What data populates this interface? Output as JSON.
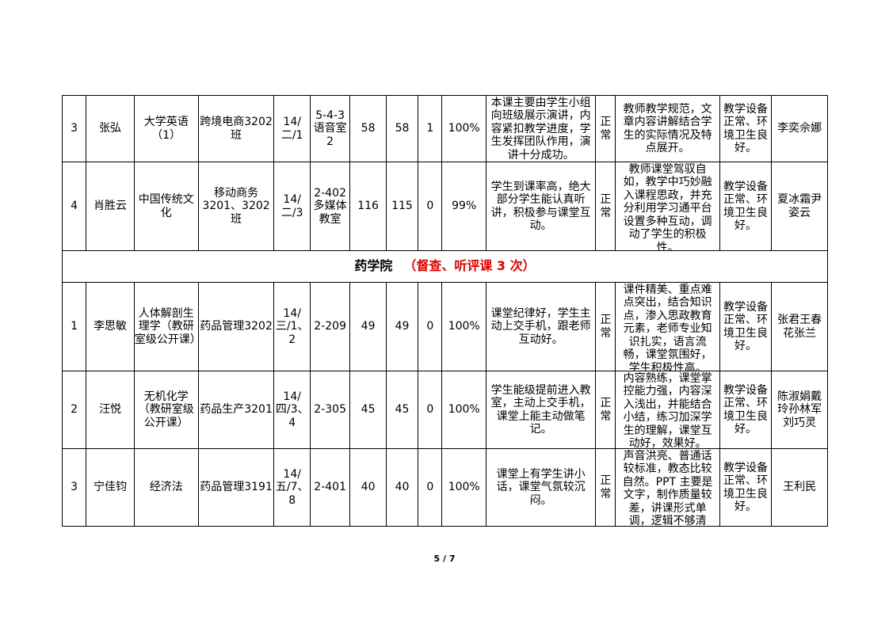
{
  "rows_top": [
    {
      "no": "3",
      "teacher": "张弘",
      "course": "大学英语（1）",
      "class": "跨境电商3202 班",
      "time": "14/二/1",
      "room": "5-4-3 语音室 2",
      "expected": "58",
      "actual": "58",
      "absent": "1",
      "rate": "100%",
      "student": "本课主要由学生小组向班级展示演讲，内容紧扣教学进度，学生发挥团队作用，演讲十分成功。",
      "status": "正常",
      "teaching": "教师教学规范，文章内容讲解结合学生的实际情况及特点展开。",
      "env": "教学设备正常、环境卫生良好。",
      "supervisor": "李奕佘娜"
    },
    {
      "no": "4",
      "teacher": "肖胜云",
      "course": "中国传统文化",
      "class": "移动商务3201、3202 班",
      "time": "14/二/3",
      "room": "2-402 多媒体教室",
      "expected": "116",
      "actual": "115",
      "absent": "0",
      "rate": "99%",
      "student": "学生到课率高，绝大部分学生能认真听讲，积极参与课堂互动。",
      "status": "正常",
      "teaching": "教师课堂驾驭自如，教学中巧妙融入课程思政，并充分利用学习通平台设置多种互动，调动了学生的积极性。",
      "env": "教学设备正常、环境卫生良好。",
      "supervisor": "夏冰霜尹姿云"
    }
  ],
  "section": {
    "name": "药学院",
    "note": "（督查、听评课 3 次）"
  },
  "rows_bottom": [
    {
      "no": "1",
      "teacher": "李思敏",
      "course": "人体解剖生理学（教研室级公开课）",
      "class": "药品管理3202",
      "time": "14/三/1、2",
      "room": "2-209",
      "expected": "49",
      "actual": "49",
      "absent": "0",
      "rate": "100%",
      "student": "课堂纪律好，学生主动上交手机，跟老师互动好。",
      "status": "正常",
      "teaching": "课件精美、重点难点突出，结合知识点，渗入思政教育元素，老师专业知识扎实，语言流畅，课堂氛围好，学生积极性高。",
      "env": "教学设备正常、环境卫生良好。",
      "supervisor": "张君王春花张兰"
    },
    {
      "no": "2",
      "teacher": "汪悦",
      "course": "无机化学（教研室级公开课）",
      "class": "药品生产3201",
      "time": "14/四/3、4",
      "room": "2-305",
      "expected": "45",
      "actual": "45",
      "absent": "0",
      "rate": "100%",
      "student": "学生能级提前进入教室，主动上交手机，课堂上能主动做笔记。",
      "status": "正常",
      "teaching": "内容熟练，课堂掌控能力强，内容深入浅出，并能结合小结，练习加深学生的理解，课堂互动好，效果好。",
      "env": "教学设备正常、环境卫生良好。",
      "supervisor": "陈淑娟戴玲孙林军刘巧灵"
    },
    {
      "no": "3",
      "teacher": "宁佳钧",
      "course": "经济法",
      "class": "药品管理3191",
      "time": "14/五/7、8",
      "room": "2-401",
      "expected": "40",
      "actual": "40",
      "absent": "0",
      "rate": "100%",
      "student": "课堂上有学生讲小话，课堂气氛较沉闷。",
      "status": "正常",
      "teaching": "声音洪亮、普通话较标准，教态比较自然。PPT 主要是文字，制作质量较差，讲课形式单调，逻辑不够清晰，层",
      "env": "教学设备正常、环境卫生良好。",
      "supervisor": "王利民"
    }
  ],
  "footer": {
    "page": "5 / 7"
  }
}
